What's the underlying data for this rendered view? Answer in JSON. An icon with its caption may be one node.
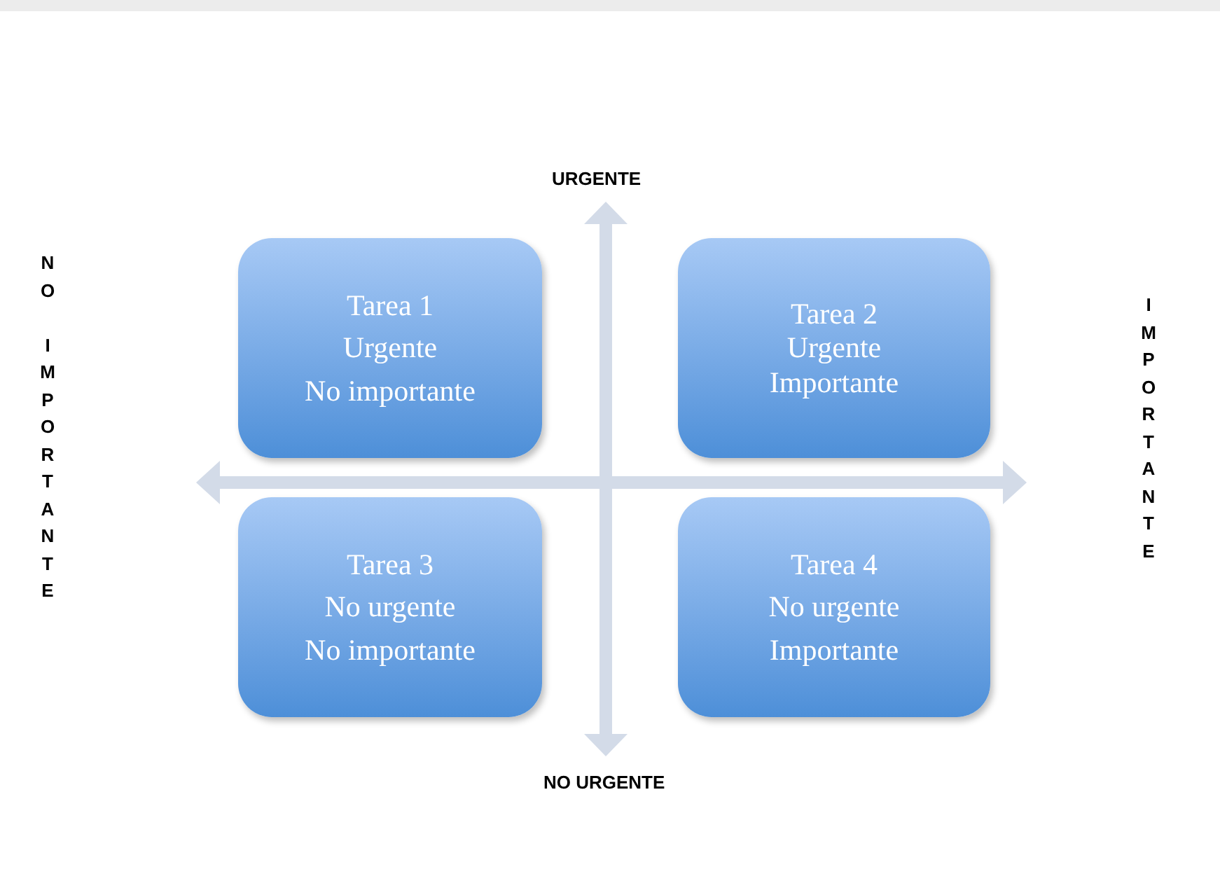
{
  "diagram": {
    "nodes": [
      {
        "text": [
          "Tarea 1",
          "Urgente",
          "No importante"
        ]
      },
      {
        "text": [
          "Tarea 2",
          "Urgente",
          "Importante"
        ]
      },
      {
        "text": [
          "Tarea 3",
          "No urgente",
          "No importante"
        ]
      },
      {
        "text": [
          "Tarea 4",
          "No urgente",
          "Importante"
        ]
      }
    ],
    "labels": [
      "URGENTE",
      "NO IMPORTANTE",
      "IMPORTANTE",
      "NO URGENTE"
    ]
  }
}
